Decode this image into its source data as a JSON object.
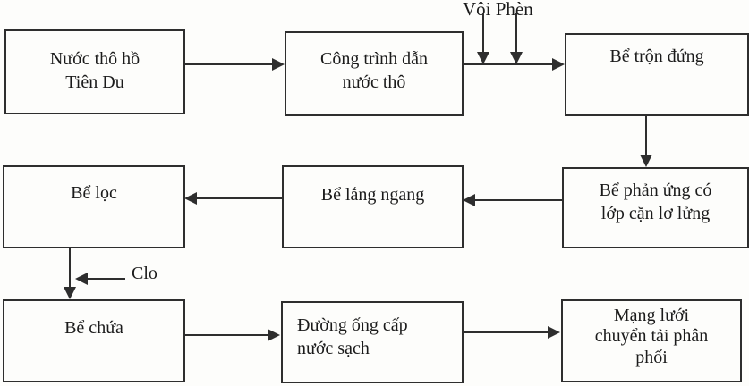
{
  "diagram": {
    "type": "flowchart",
    "description": "Water treatment process flow diagram (Vietnamese)",
    "boxes": [
      {
        "id": "nuoc-tho-ho-tien-du",
        "label": "Nước thô hồ\nTiên Du"
      },
      {
        "id": "cong-trinh-dan-nuoc-tho",
        "label": "Công trình dẫn\nnước thô"
      },
      {
        "id": "be-tron-dung",
        "label": "Bể trộn đứng"
      },
      {
        "id": "be-loc",
        "label": "Bể lọc"
      },
      {
        "id": "be-lang-ngang",
        "label": "Bể lắng ngang"
      },
      {
        "id": "be-phan-ung",
        "label": "Bể phản ứng có\nlớp cặn lơ lửng"
      },
      {
        "id": "be-chua",
        "label": "Bể chứa"
      },
      {
        "id": "duong-ong-cap-nuoc-sach",
        "label": "Đường ống cấp\nnước sạch"
      },
      {
        "id": "mang-luoi-phan-phoi",
        "label": "Mạng lưới\nchuyển tải phân\nphối"
      }
    ],
    "annotations": {
      "voi_phen": "Vôi Phèn",
      "clo": "Clo"
    },
    "edges": [
      {
        "from": "nuoc-tho-ho-tien-du",
        "to": "cong-trinh-dan-nuoc-tho"
      },
      {
        "from": "cong-trinh-dan-nuoc-tho",
        "to": "be-tron-dung"
      },
      {
        "from": "voi-phen-dosing",
        "to": "cong-trinh-dan-nuoc-tho→be-tron-dung",
        "count": 2
      },
      {
        "from": "be-tron-dung",
        "to": "be-phan-ung"
      },
      {
        "from": "be-phan-ung",
        "to": "be-lang-ngang"
      },
      {
        "from": "be-lang-ngang",
        "to": "be-loc"
      },
      {
        "from": "be-loc",
        "to": "be-chua"
      },
      {
        "from": "clo-dosing",
        "to": "be-loc→be-chua"
      },
      {
        "from": "be-chua",
        "to": "duong-ong-cap-nuoc-sach"
      },
      {
        "from": "duong-ong-cap-nuoc-sach",
        "to": "mang-luoi-phan-phoi"
      }
    ],
    "colors": {
      "line": "#2e2e2e",
      "box_border": "#2e2e2e",
      "background": "#fdfdfb",
      "text": "#1b1b1b"
    }
  }
}
